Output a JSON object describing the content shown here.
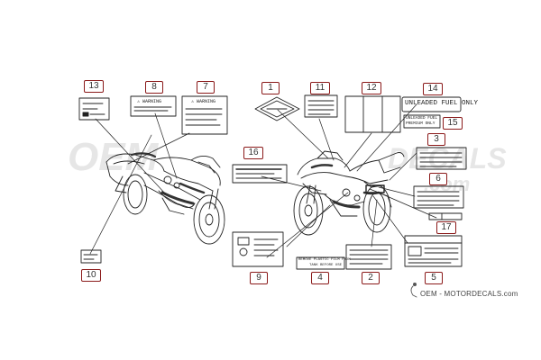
{
  "diagram": {
    "callouts": [
      {
        "id": "callout-1",
        "number": "1"
      },
      {
        "id": "callout-2",
        "number": "2"
      },
      {
        "id": "callout-3",
        "number": "3"
      },
      {
        "id": "callout-4",
        "number": "4"
      },
      {
        "id": "callout-5",
        "number": "5"
      },
      {
        "id": "callout-6",
        "number": "6"
      },
      {
        "id": "callout-7",
        "number": "7"
      },
      {
        "id": "callout-8",
        "number": "8"
      },
      {
        "id": "callout-9",
        "number": "9"
      },
      {
        "id": "callout-10",
        "number": "10"
      },
      {
        "id": "callout-11",
        "number": "11"
      },
      {
        "id": "callout-12",
        "number": "12"
      },
      {
        "id": "callout-13",
        "number": "13"
      },
      {
        "id": "callout-14",
        "number": "14"
      },
      {
        "id": "callout-15",
        "number": "15"
      },
      {
        "id": "callout-16",
        "number": "16"
      },
      {
        "id": "callout-17",
        "number": "17"
      }
    ],
    "label_texts": {
      "unleaded": "UNLEADED FUEL ONLY",
      "unleaded_small_1": "UNLEADED FUEL",
      "unleaded_small_2": "PREMIUM ONLY",
      "warning_8": "⚠ WARNING",
      "warning_7": "⚠ WARNING",
      "label_4": "REMOVE PLASTIC FILM FROM",
      "label_4_line2": "TANK BEFORE USE"
    },
    "watermark": {
      "left_text": "OEM",
      "right_text": "DECALS",
      "com_text": ".com"
    },
    "brand_text": "OEM - MOTORDECALS.com"
  }
}
